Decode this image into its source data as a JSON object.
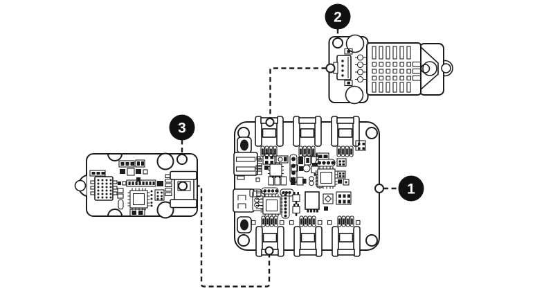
{
  "diagram": {
    "type": "hardware-connection-diagram",
    "background_color": "#ffffff",
    "line_color": "#1b1b1b",
    "badge": {
      "fill": "#111111",
      "text_color": "#ffffff"
    },
    "callouts": [
      {
        "label": "1",
        "component": "main-controller-board"
      },
      {
        "label": "2",
        "component": "temperature-humidity-sensor-module"
      },
      {
        "label": "3",
        "component": "sensor-breakout-module"
      }
    ],
    "connections": [
      {
        "from": "temperature-humidity-sensor-module",
        "to": "main-controller-board-top-center-port"
      },
      {
        "from": "sensor-breakout-module",
        "to": "main-controller-board-bottom-center-port"
      }
    ]
  }
}
